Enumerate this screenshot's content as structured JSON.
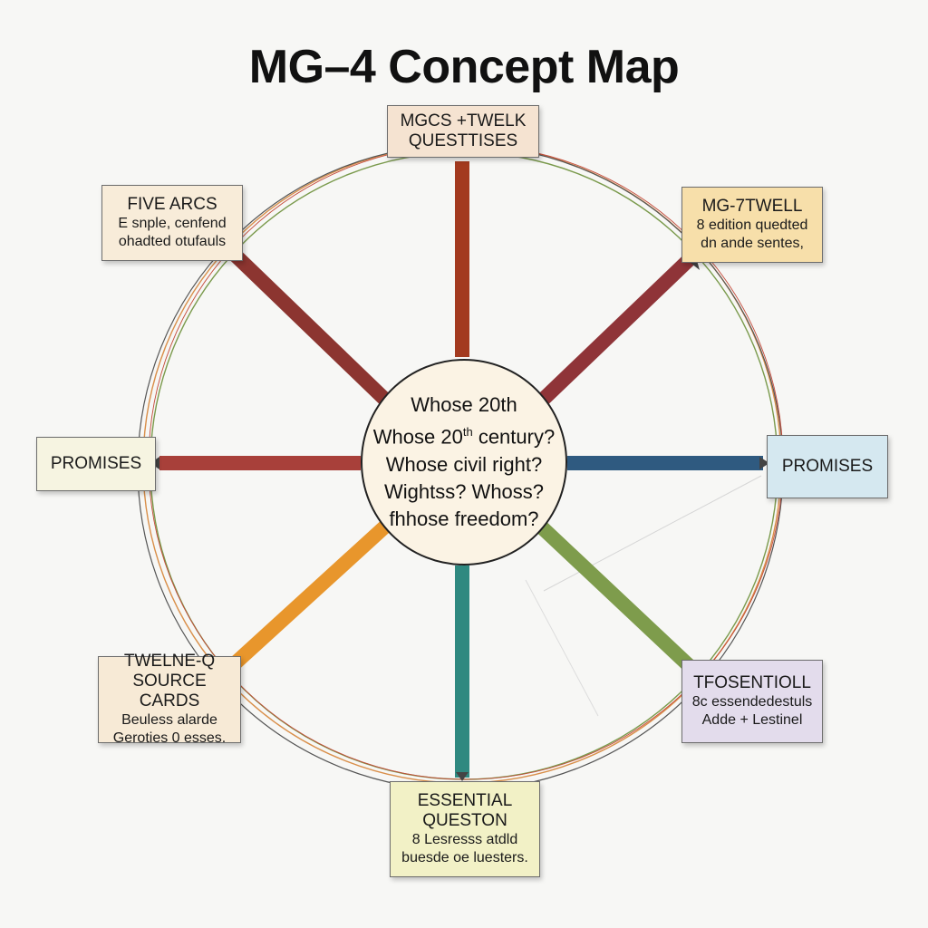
{
  "title": "MG–4 Concept Map",
  "center": {
    "lines": [
      "Whose 20th",
      "Whose 20",
      "century?",
      "Whose civil right?",
      "Wightss? Whoss?",
      "fhhose freedom?"
    ],
    "superscript": "th"
  },
  "nodes": {
    "top": {
      "lines": [
        "MGCS +TWELK",
        "QUESTTISES"
      ],
      "sub": [],
      "fill": "#f5e3d1"
    },
    "top_left": {
      "lines": [
        "FIVE ARCS"
      ],
      "sub": [
        "E snple, cenfend",
        "ohadted otufauls"
      ],
      "fill": "#f8ecd9"
    },
    "top_right": {
      "lines": [
        "MG-7TWELL"
      ],
      "sub": [
        "8 edition quedted",
        "dn ande sentes,"
      ],
      "fill": "#f7dfaa"
    },
    "left": {
      "lines": [
        "PROMISES"
      ],
      "sub": [],
      "fill": "#f6f4e1"
    },
    "right": {
      "lines": [
        "PROMISES"
      ],
      "sub": [],
      "fill": "#d5e8f0"
    },
    "bottom_left": {
      "lines": [
        "TWELNE-Q",
        "SOURCE CARDS"
      ],
      "sub": [
        "Beuless alarde",
        "Geroties 0 esses."
      ],
      "fill": "#f7ead6"
    },
    "bottom_right": {
      "lines": [
        "TFOSENTIOLL"
      ],
      "sub": [
        "8c essendedestuls",
        "Adde + Lestinel"
      ],
      "fill": "#e3dcec"
    },
    "bottom": {
      "lines": [
        "ESSENTIAL",
        "QUESTON"
      ],
      "sub": [
        "8 Lesresss atdld",
        "buesde oe luesters."
      ],
      "fill": "#f2f1c6"
    }
  },
  "spoke_colors": {
    "top": "#a33a1f",
    "top_left": "#8c3530",
    "top_right": "#8f3438",
    "left": "#a8403a",
    "right": "#2f5a80",
    "bottom_left": "#e8962c",
    "bottom_right": "#7e9c4c",
    "bottom": "#2f8980"
  }
}
